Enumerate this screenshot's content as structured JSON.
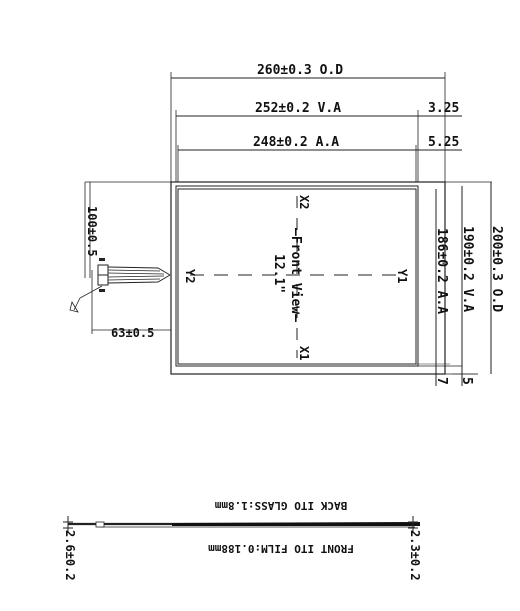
{
  "dimensions": {
    "od_width": "260±0.3 O.D",
    "va_width": "252±0.2 V.A",
    "aa_width": "248±0.2 A.A",
    "va_offset": "3.25",
    "aa_offset": "5.25",
    "od_height": "200±0.3 O.D",
    "va_height": "190±0.2 V.A",
    "aa_height": "186±0.2 A.A",
    "tail_pos": "100±0.5",
    "tail_len": "63±0.5",
    "bottom_a": "7",
    "bottom_b": "5"
  },
  "panel": {
    "view_label": "—Front View—",
    "size_label": "12.1\"",
    "x1": "X1",
    "x2": "X2",
    "y1": "Y1",
    "y2": "Y2"
  },
  "side_view": {
    "back_label": "BACK ITO GLASS:1.8mm",
    "front_label": "FRONT ITO FILM:0.188mm",
    "left_dim": "2.6±0.2",
    "right_dim": "2.3±0.2"
  }
}
